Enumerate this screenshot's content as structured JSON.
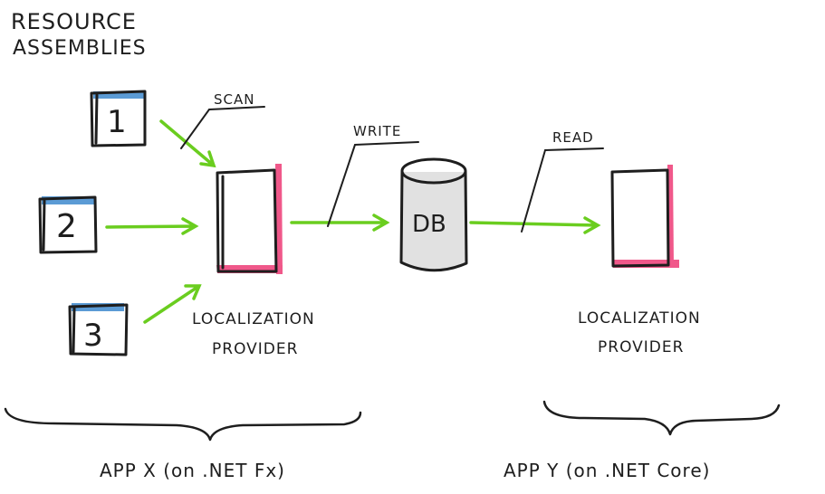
{
  "diagram": {
    "heading": {
      "line1": "RESOURCE",
      "line2": "ASSEMBLIES"
    },
    "assemblies": [
      "1",
      "2",
      "3"
    ],
    "labels": {
      "scan": "SCAN",
      "write": "WRITE",
      "read": "READ"
    },
    "database": {
      "label": "DB"
    },
    "providers": [
      {
        "line1": "LOCALIZATION",
        "line2": "PROVIDER"
      },
      {
        "line1": "LOCALIZATION",
        "line2": "PROVIDER"
      }
    ],
    "apps": [
      "APP  X  (on .NET Fx)",
      "APP  Y  (on .NET Core)"
    ],
    "colors": {
      "ink": "#1e1e1e",
      "arrow": "#6acd1f",
      "tab": "#5b9bd5",
      "provider_accent": "#f0588a",
      "db_fill": "#e1e1e1"
    }
  }
}
